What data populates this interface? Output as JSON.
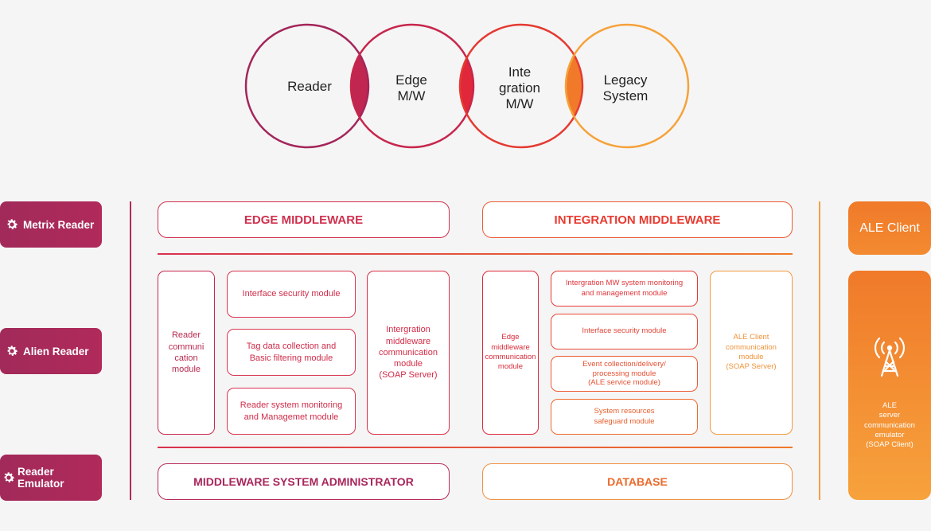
{
  "circles": {
    "reader": "Reader",
    "edge": "Edge\nM/W",
    "integration": "Inte\ngration\nM/W",
    "legacy": "Legacy\nSystem"
  },
  "readers": {
    "metrix": "Metrix Reader",
    "alien": "Alien Reader",
    "emulator": "Reader Emulator"
  },
  "edge": {
    "title": "EDGE MIDDLEWARE",
    "reader_comm": "Reader\ncommuni\ncation\nmodule",
    "interface_security": "Interface security module",
    "tag_data": "Tag data collection and\nBasic filtering module",
    "reader_monitoring": "Reader system monitoring\nand Managemet module",
    "integration_comm": "Intergration\nmiddleware\ncommunication\nmodule\n(SOAP Server)"
  },
  "integration": {
    "title": "INTEGRATION MIDDLEWARE",
    "edge_comm": "Edge\nmiddleware\ncommunication\nmodule",
    "system_monitoring": "Intergration MW system monitoring\nand management module",
    "interface_security": "Interface security module",
    "event_collection": "Event collection/delivery/\nprocessing module\n(ALE service module)",
    "system_resources": "System resources\nsafeguard module",
    "ale_client_comm": "ALE Client\ncommunication\nmodule\n(SOAP Server)"
  },
  "bottom": {
    "admin": "MIDDLEWARE SYSTEM ADMINISTRATOR",
    "database": "DATABASE"
  },
  "ale": {
    "client": "ALE Client",
    "server_emulator": "ALE\nserver\ncommunication\nemulator\n(SOAP Client)",
    "icon": "radio-tower-icon"
  },
  "colors": {
    "crimson": "#a3265a",
    "red": "#e0283a",
    "orange": "#f07a2a",
    "amber": "#f7a23c"
  }
}
